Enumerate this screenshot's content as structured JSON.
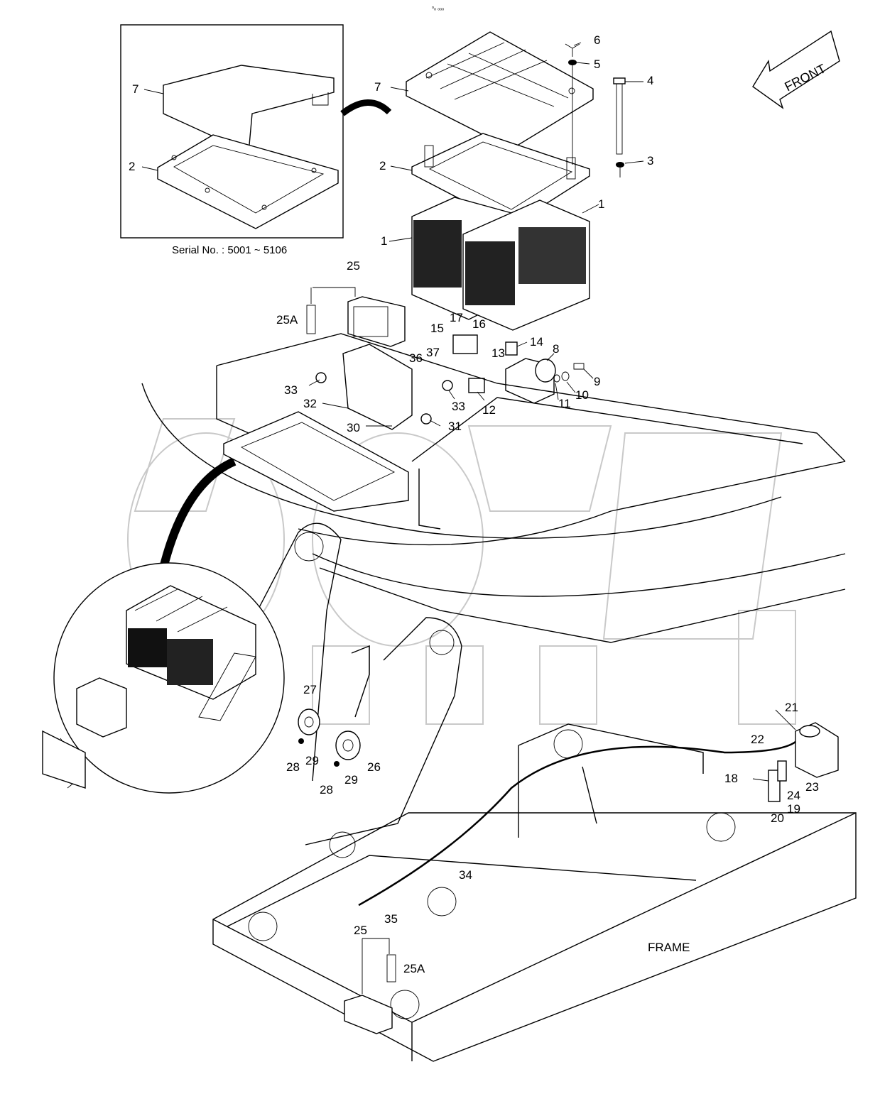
{
  "header_mark": "ᵒₒ ₒₒₒ",
  "front_arrow": {
    "text": "FRONT"
  },
  "inset": {
    "caption": "Serial No. : 5001 ~ 5106",
    "callouts": [
      "7",
      "2"
    ]
  },
  "frame_label": "FRAME",
  "watermark": "OPEX",
  "callouts": [
    "1",
    "1",
    "2",
    "3",
    "4",
    "5",
    "6",
    "7",
    "8",
    "9",
    "10",
    "11",
    "12",
    "13",
    "14",
    "15",
    "16",
    "17",
    "18",
    "19",
    "20",
    "21",
    "22",
    "23",
    "24",
    "25",
    "25A",
    "25",
    "25A",
    "26",
    "27",
    "28",
    "28",
    "29",
    "29",
    "30",
    "31",
    "32",
    "33",
    "33",
    "34",
    "35",
    "36",
    "37"
  ]
}
